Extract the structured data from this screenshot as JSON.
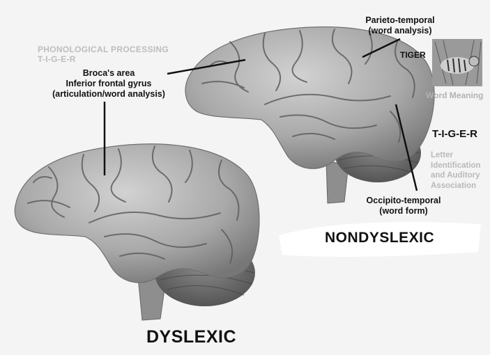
{
  "labels": {
    "phonological_title": "PHONOLOGICAL PROCESSING",
    "phonological_letters": "T-I-G-E-R",
    "broca_line1": "Broca's area",
    "broca_line2": "Inferior frontal gyrus",
    "broca_line3": "(articulation/word analysis)",
    "parieto_line1": "Parieto-temporal",
    "parieto_line2": "(word analysis)",
    "tiger": "TIGER",
    "word_meaning": "Word Meaning",
    "tiger_spelled": "T-I-G-E-R",
    "letter_line1": "Letter",
    "letter_line2": "Identification",
    "letter_line3": "and Auditory",
    "letter_line4": "Association",
    "occipito_line1": "Occipito-temporal",
    "occipito_line2": "(word form)",
    "nondyslexic": "NONDYSLEXIC",
    "dyslexic": "DYSLEXIC"
  },
  "icons": {
    "tiger_image": "tiger-photo-icon"
  },
  "colors": {
    "background": "#f4f4f4",
    "brain_fill": "#b4b4b4",
    "brain_dark": "#7a7a7a",
    "text": "#111111",
    "faded_text": "#bdbdbd"
  }
}
